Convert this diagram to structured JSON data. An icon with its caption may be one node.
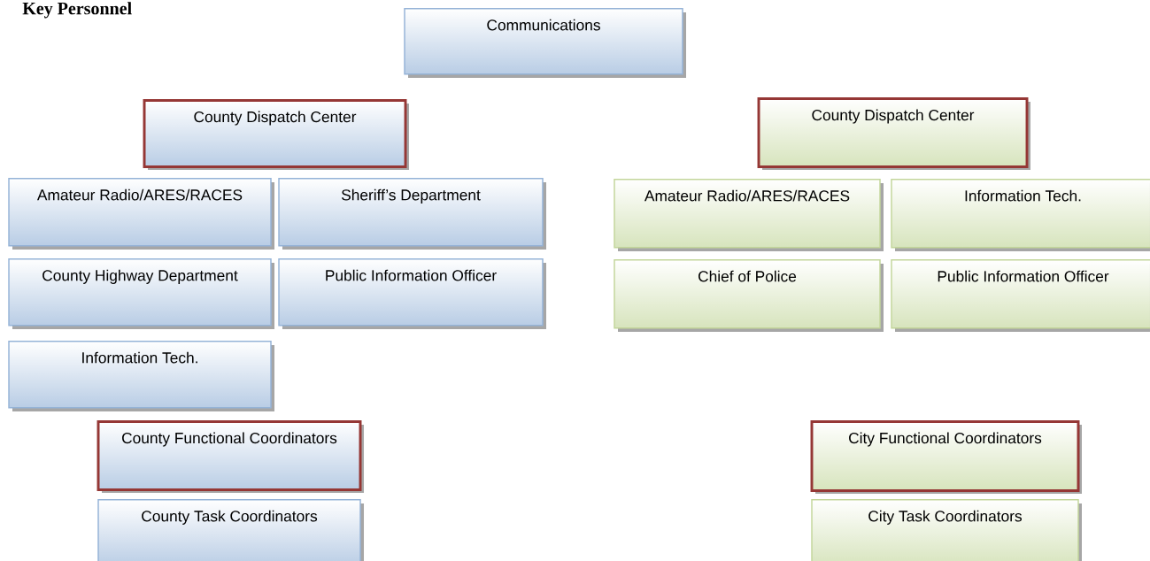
{
  "diagram": {
    "title": "Key Personnel",
    "nodes": [
      {
        "text": [
          "Communications"
        ]
      },
      {
        "text": [
          "County Dispatch Center"
        ]
      },
      {
        "text": [
          "Amateur Radio/ARES/RACES"
        ]
      },
      {
        "text": [
          "Sheriff’s Department"
        ]
      },
      {
        "text": [
          "County Highway Department"
        ]
      },
      {
        "text": [
          "Public Information Officer"
        ]
      },
      {
        "text": [
          "Information Tech."
        ]
      },
      {
        "text": [
          "County Functional Coordinators"
        ]
      },
      {
        "text": [
          "County Task Coordinators"
        ]
      },
      {
        "text": [
          "County Dispatch Center"
        ]
      },
      {
        "text": [
          "Amateur Radio/ARES/RACES"
        ]
      },
      {
        "text": [
          "Information Tech."
        ]
      },
      {
        "text": [
          "Chief of Police"
        ]
      },
      {
        "text": [
          "Public Information Officer"
        ]
      },
      {
        "text": [
          "City Functional Coordinators"
        ]
      },
      {
        "text": [
          "City Task Coordinators"
        ]
      }
    ]
  }
}
